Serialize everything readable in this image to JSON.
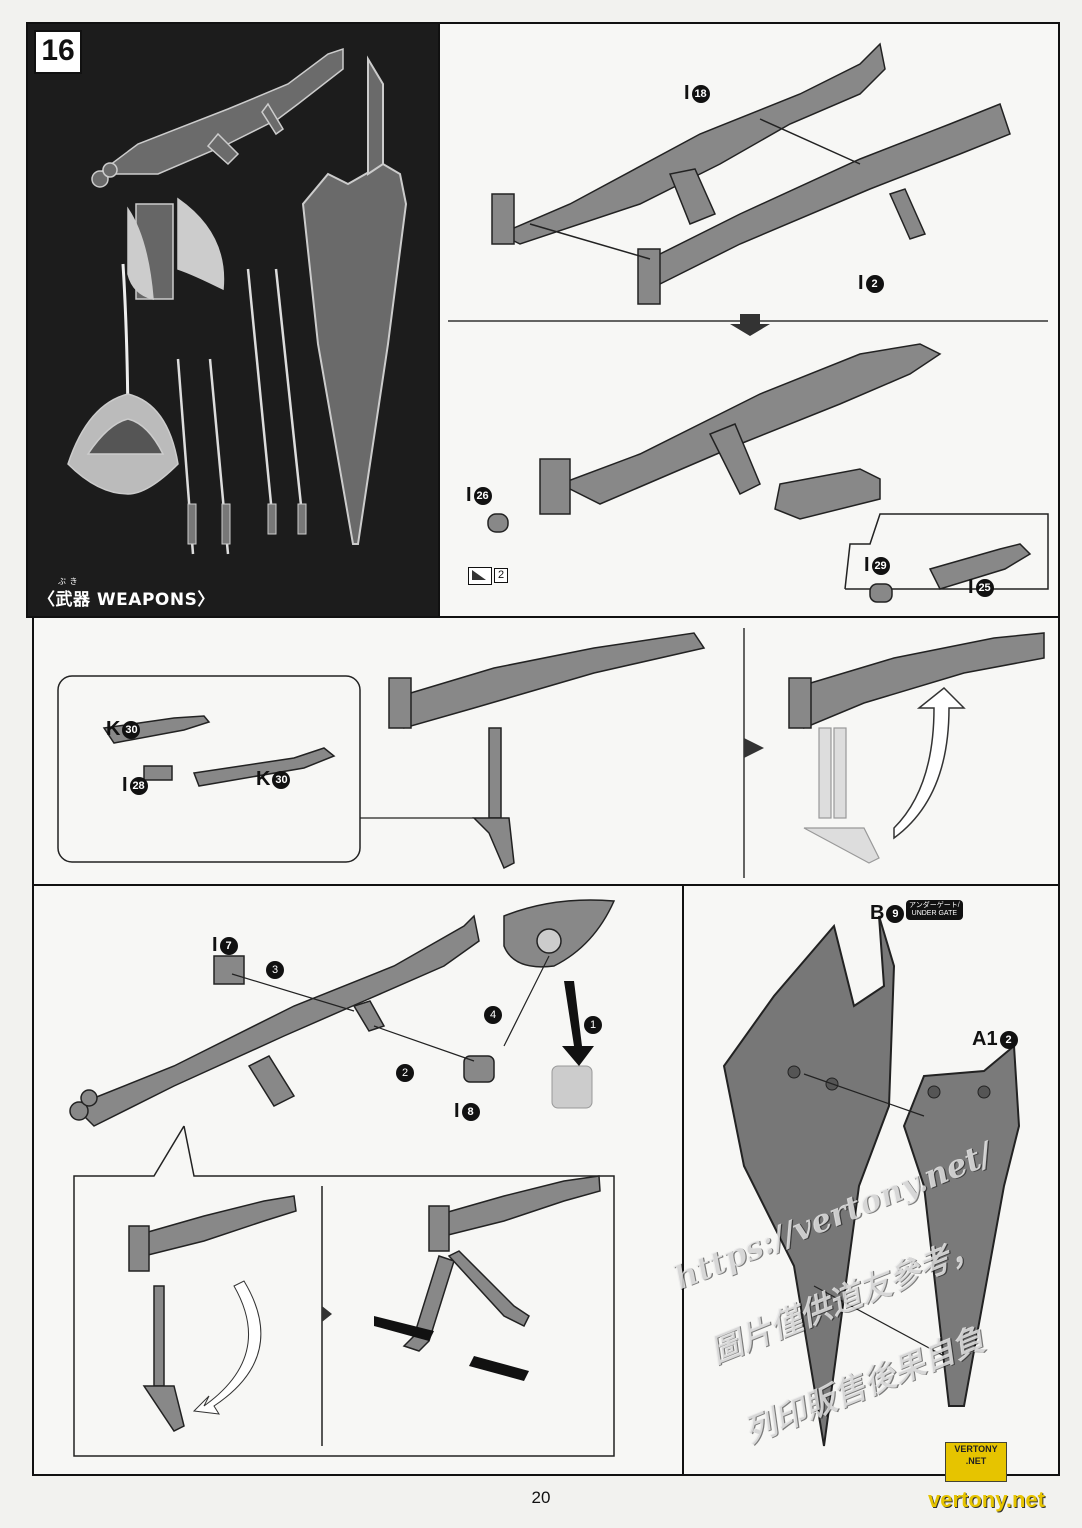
{
  "step": {
    "number": "16"
  },
  "weapons_label": {
    "ruby": "ぶ き",
    "text": "〈武器 WEAPONS〉"
  },
  "callouts": {
    "i18": {
      "letter": "I",
      "num": "18"
    },
    "i2": {
      "letter": "I",
      "num": "2"
    },
    "i26": {
      "letter": "I",
      "num": "26"
    },
    "i29": {
      "letter": "I",
      "num": "29"
    },
    "i25": {
      "letter": "I",
      "num": "25"
    },
    "k30a": {
      "letter": "K",
      "num": "30"
    },
    "k30b": {
      "letter": "K",
      "num": "30"
    },
    "i28": {
      "letter": "I",
      "num": "28"
    },
    "i7": {
      "letter": "I",
      "num": "7"
    },
    "i8": {
      "letter": "I",
      "num": "8"
    },
    "b9": {
      "letter": "B",
      "num": "9"
    },
    "a12": {
      "letter": "A1",
      "num": "2"
    }
  },
  "small_tag": "2",
  "order_marks": [
    "1",
    "2",
    "3",
    "4"
  ],
  "under_gate": {
    "jp": "アンダーゲート/",
    "en": "UNDER GATE"
  },
  "page_number": "20",
  "watermark": {
    "url": "https://vertony.net/",
    "line2": "圖片僅供道友參考，",
    "line3": "列印販售後果自負"
  },
  "logo": {
    "line1": "VERTONY",
    "line2": ".NET",
    "url": "vertony.net"
  }
}
